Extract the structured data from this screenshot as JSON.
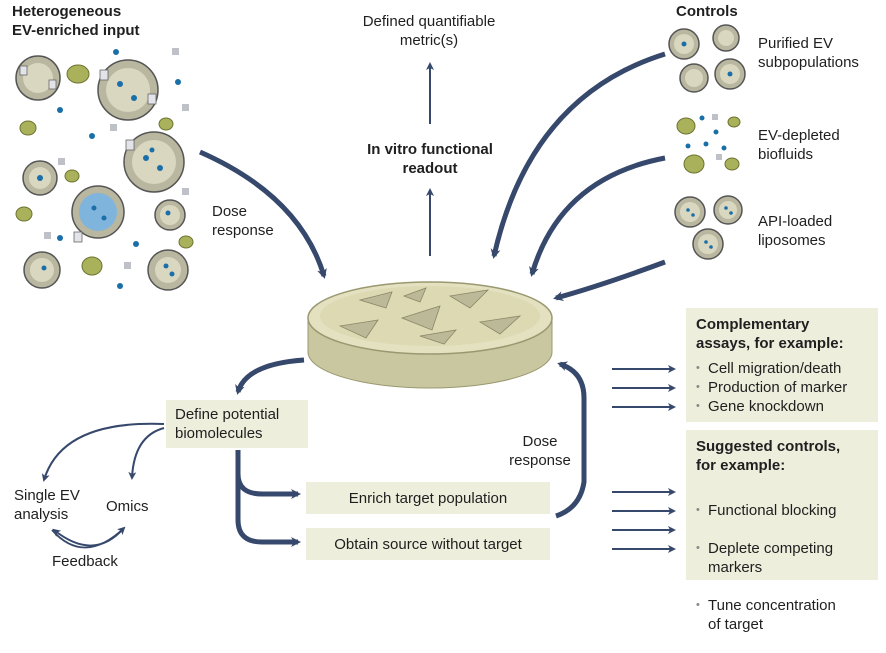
{
  "colors": {
    "arrow": "#36486b",
    "box": "#eeeedd",
    "dish_rim": "#d8d6b0",
    "dish_body": "#c9c7a0",
    "vesicle_outer": "#b9b7a0",
    "vesicle_inner": "#d9d7c0",
    "molecule_blue": "#1a6fa8",
    "molecule_green": "#a9b25a",
    "grey_square": "#bfc1c8"
  },
  "labels": {
    "input_title": "Heterogeneous\nEV-enriched input",
    "metric": "Defined quantifiable\nmetric(s)",
    "readout": "In vitro functional\nreadout",
    "dose_top": "Dose\nresponse",
    "dose_right": "Dose\nresponse",
    "controls_title": "Controls",
    "control_1": "Purified EV\nsubpopulations",
    "control_2": "EV-depleted\nbiofluids",
    "control_3": "API-loaded\nliposomes",
    "define": "Define potential\nbiomolecules",
    "single_ev": "Single EV\nanalysis",
    "omics": "Omics",
    "feedback": "Feedback",
    "enrich": "Enrich target population",
    "obtain": "Obtain source without target"
  },
  "complementary": {
    "title": "Complementary\nassays, for example:",
    "items": [
      "Cell migration/death",
      "Production of marker",
      "Gene knockdown"
    ]
  },
  "suggested": {
    "title": "Suggested controls,\nfor example:",
    "items": [
      "Functional blocking",
      "Deplete competing\nmarkers",
      "Tune concentration\nof target"
    ]
  },
  "icons": {
    "input_cluster": "extracellular-vesicle-mixture-icon",
    "dish": "petri-dish-with-cells-icon",
    "purified": "purified-ev-icon",
    "depleted": "ev-depleted-biofluid-icon",
    "liposomes": "liposome-icon"
  }
}
